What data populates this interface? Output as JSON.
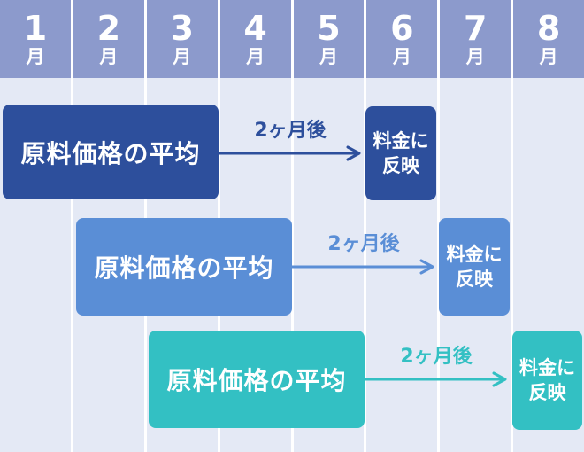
{
  "diagram_title": "raw-material-price-to-rate-reflection-timeline",
  "colors": {
    "header_bg": "#8c9acc",
    "column_bg": "#e4e9f5",
    "separator": "#ffffff",
    "text_on_fill": "#ffffff",
    "row1_accent": "#2d4f9c",
    "row2_accent": "#5a8ed6",
    "row3_accent": "#33c0c3"
  },
  "months": [
    {
      "num": "1",
      "unit": "月"
    },
    {
      "num": "2",
      "unit": "月"
    },
    {
      "num": "3",
      "unit": "月"
    },
    {
      "num": "4",
      "unit": "月"
    },
    {
      "num": "5",
      "unit": "月"
    },
    {
      "num": "6",
      "unit": "月"
    },
    {
      "num": "7",
      "unit": "月"
    },
    {
      "num": "8",
      "unit": "月"
    }
  ],
  "rows": [
    {
      "color": "#2d4f9c",
      "period_label": "原料価格の平均",
      "period_span_months": [
        1,
        3
      ],
      "arrow_label": "2ヶ月後",
      "result_lines": [
        "料金に",
        "反映"
      ],
      "result_month": 6
    },
    {
      "color": "#5a8ed6",
      "period_label": "原料価格の平均",
      "period_span_months": [
        2,
        4
      ],
      "arrow_label": "2ヶ月後",
      "result_lines": [
        "料金に",
        "反映"
      ],
      "result_month": 7
    },
    {
      "color": "#33c0c3",
      "period_label": "原料価格の平均",
      "period_span_months": [
        3,
        5
      ],
      "arrow_label": "2ヶ月後",
      "result_lines": [
        "料金に",
        "反映"
      ],
      "result_month": 8
    }
  ]
}
